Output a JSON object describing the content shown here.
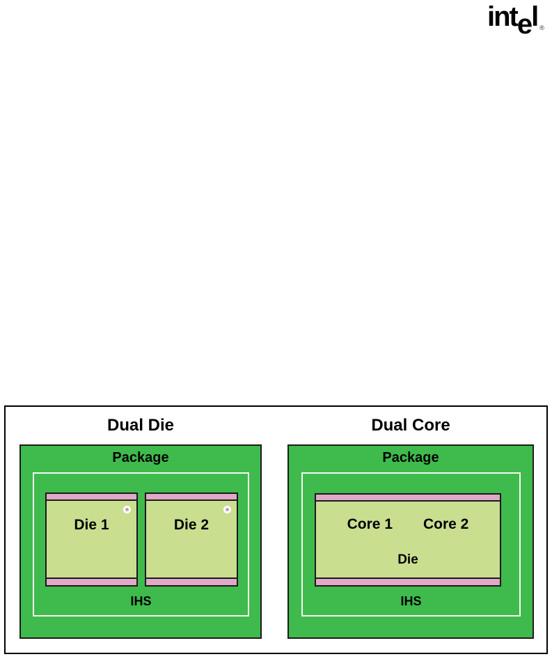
{
  "logo": {
    "prefix": "int",
    "dropped_letter": "e",
    "suffix": "l",
    "registered_mark": "®"
  },
  "figure": {
    "panels": [
      {
        "title": "Dual Die",
        "package_label": "Package",
        "ihs_label": "IHS",
        "dies": [
          {
            "label": "Die 1"
          },
          {
            "label": "Die 2"
          }
        ]
      },
      {
        "title": "Dual Core",
        "package_label": "Package",
        "ihs_label": "IHS",
        "die_label": "Die",
        "cores": [
          {
            "label": "Core 1"
          },
          {
            "label": "Core 2"
          }
        ]
      }
    ]
  },
  "colors": {
    "package_green": "#3FBA4C",
    "die_green": "#CADE90",
    "tim_pink": "#DFA9C7",
    "marker_dot": "#C49EB8",
    "border_dark": "#1A1A1A",
    "ihs_outline": "#F6F6F6",
    "frame_border": "#000000",
    "text": "#000000"
  }
}
